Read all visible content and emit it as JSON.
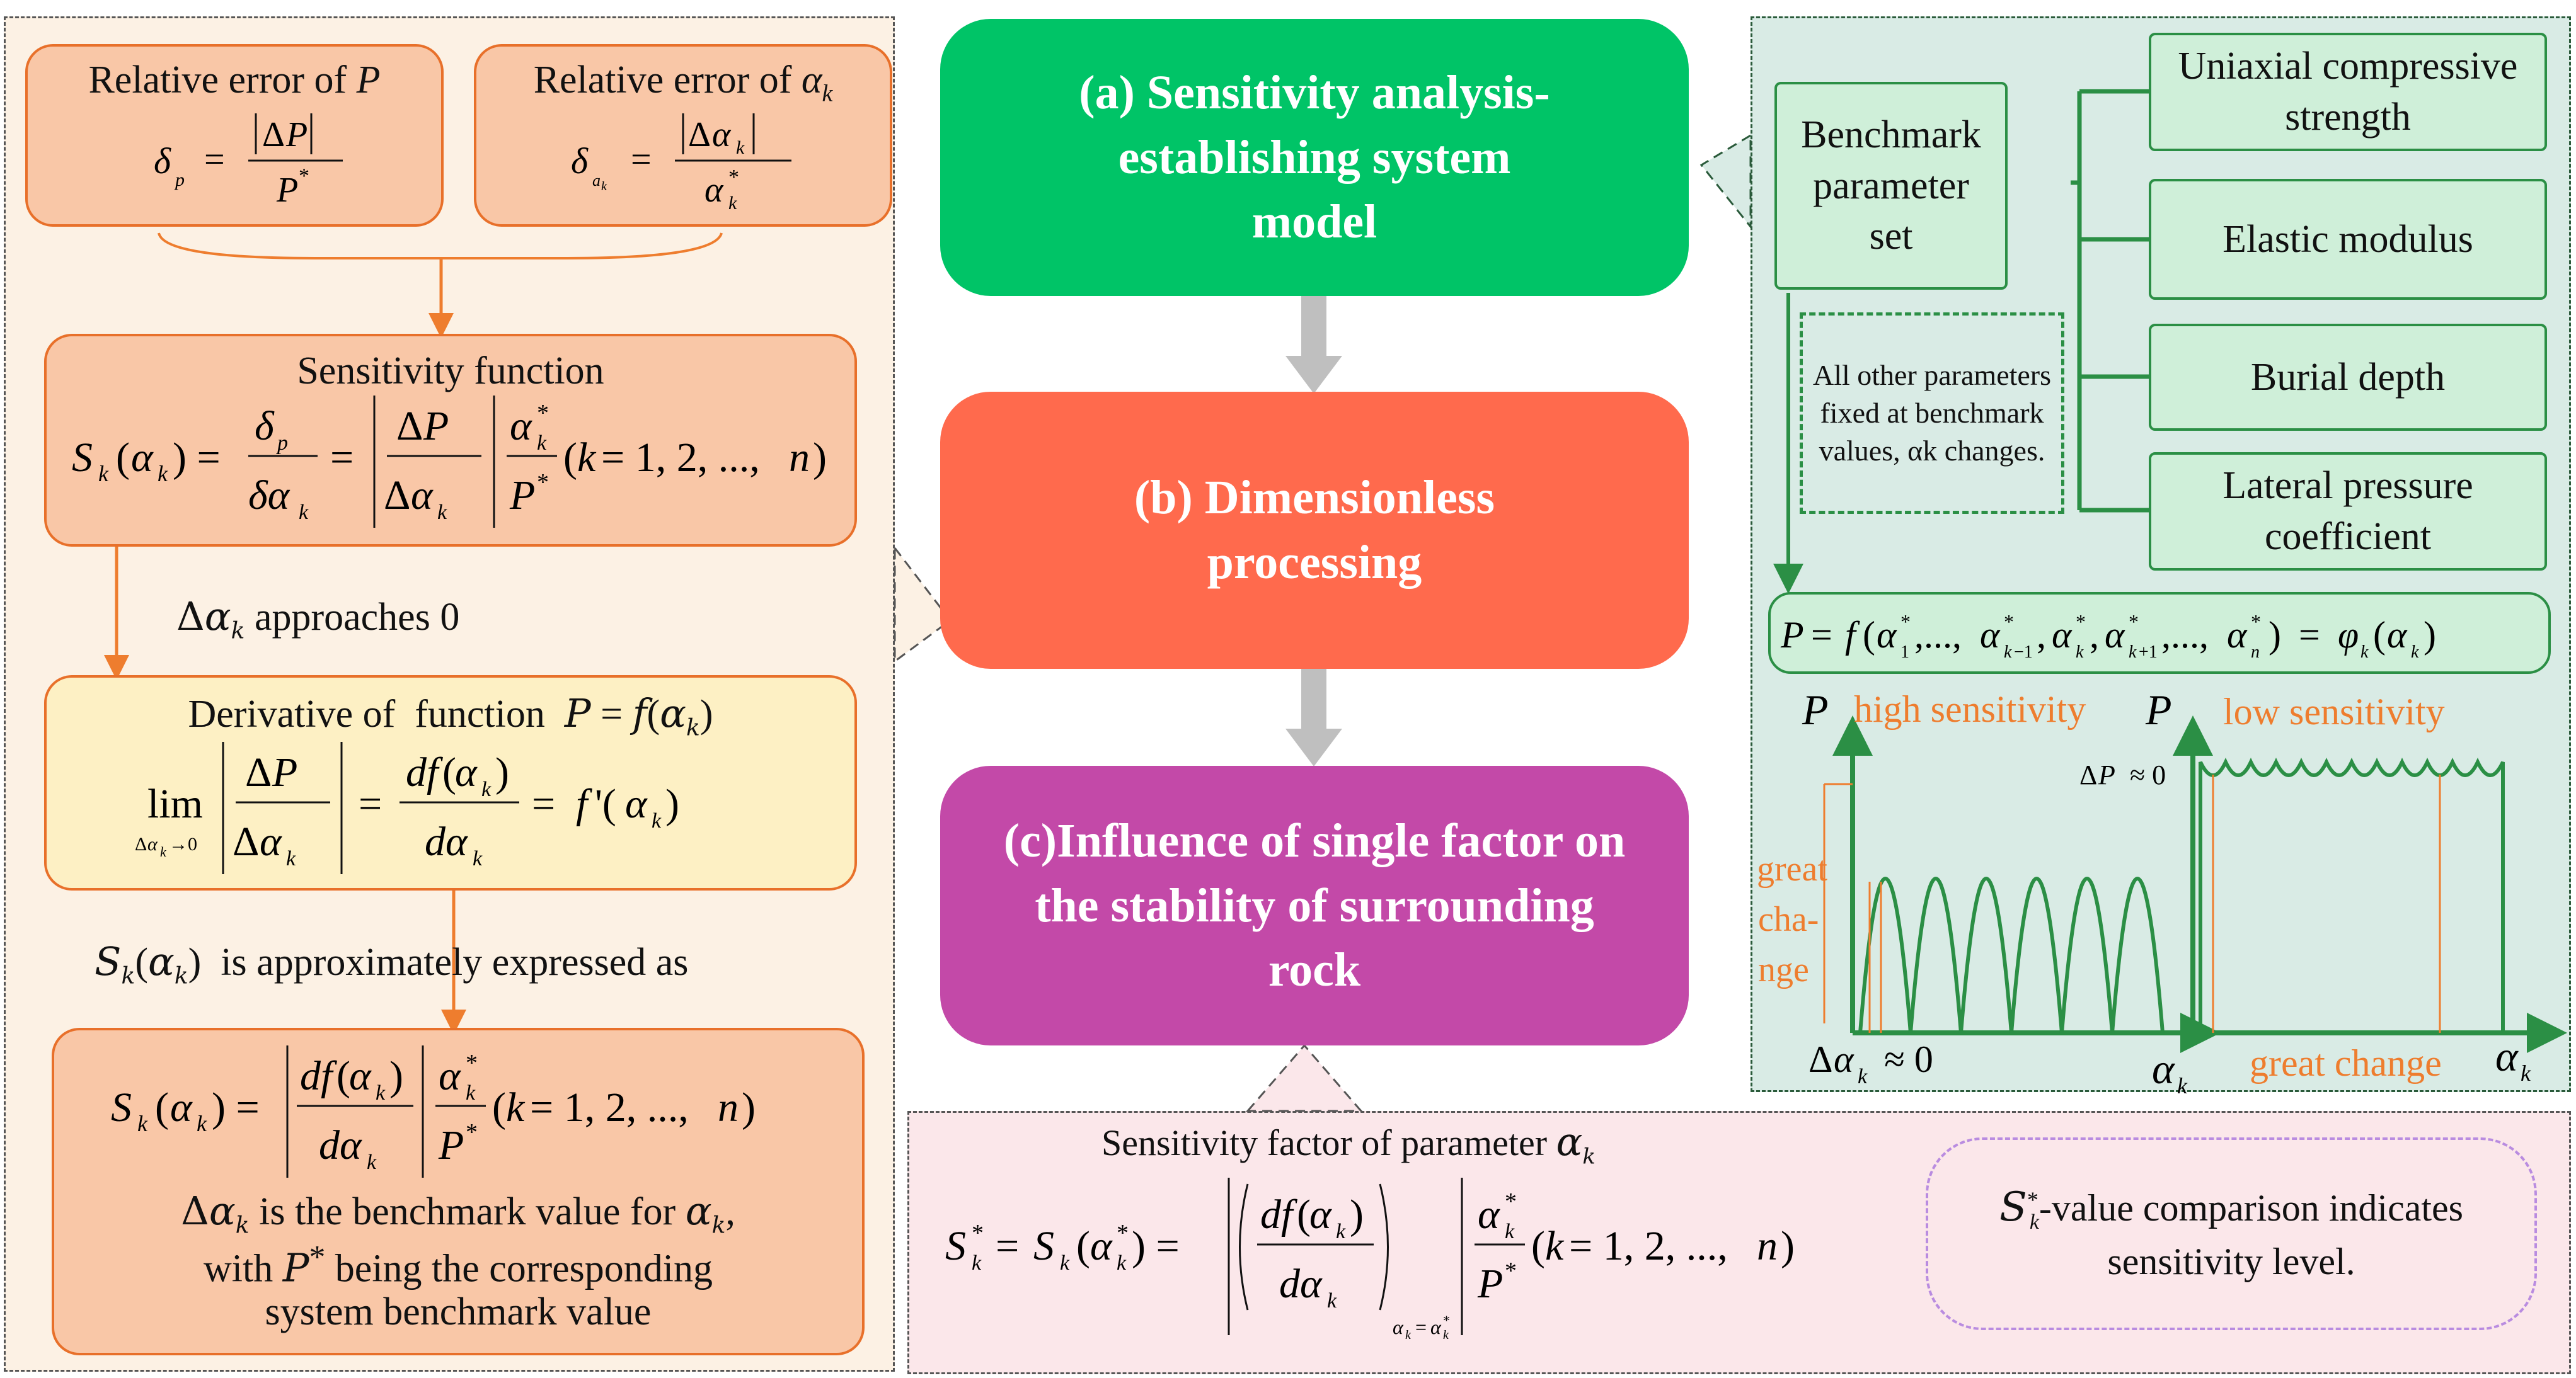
{
  "main_flow": {
    "box_a": "(a) Sensitivity analysis-establishing system model",
    "box_b": "(b) Dimensionless processing",
    "box_c": "(c)Influence of single factor on the stability of surrounding rock",
    "colors": {
      "a": "#00c467",
      "b": "#ff6a4d",
      "c": "#c349a8"
    }
  },
  "left_panel": {
    "rel_err_p_title": "Relative error of P",
    "rel_err_p_eq": "δp = |ΔP| / P*",
    "rel_err_a_title": "Relative error of αk",
    "rel_err_a_eq": "δak = |Δαk| / αk*",
    "sens_title": "Sensitivity function",
    "sens_eq": "Sk(αk) = δp/δαk = |ΔP/Δαk| αk*/P* (k = 1,2,...,n)",
    "approach_label": "Δαk approaches 0",
    "deriv_title": "Derivative of function P = f(αk)",
    "deriv_eq": "lim Δαk→0 |ΔP/Δαk| = df(αk)/dαk = f '(αk)",
    "approx_label": "Sk(αk) is approximately expressed as",
    "final_eq": "Sk(αk) = |df(αk)/dαk| αk*/P* (k = 1,2,...,n)",
    "final_note_1": "Δαk is the benchmark value for αk,",
    "final_note_2": "with P* being the corresponding",
    "final_note_3": "system benchmark value"
  },
  "right_panel": {
    "benchmark": "Benchmark parameter set",
    "note": "All other parameters fixed at benchmark values, αk changes.",
    "params": [
      "Uniaxial compressive strength",
      "Elastic modulus",
      "Burial depth",
      "Lateral pressure coefficient"
    ],
    "function_eq": "P = f(α1*,...,αk−1*,αk*,αk+1*,...,αn*) = φk(αk)",
    "graph_high": "high sensitivity",
    "graph_low": "low sensitivity",
    "great_change_vertical": [
      "great",
      "cha-",
      "nge"
    ],
    "great_change_horizontal": "great change",
    "delta_p_zero": "ΔP ≈ 0",
    "delta_a_zero": "Δαk ≈ 0",
    "axis_p": "P",
    "axis_a": "αk"
  },
  "bottom_panel": {
    "factor_title": "Sensitivity factor of parameter αk",
    "factor_eq": "Sk* = Sk(αk*) = |(df(αk)/dαk) αk=αk*| αk*/P* (k = 1,2,...,n)",
    "comparison_1": "-value comparison indicates",
    "comparison_2": "sensitivity level."
  }
}
